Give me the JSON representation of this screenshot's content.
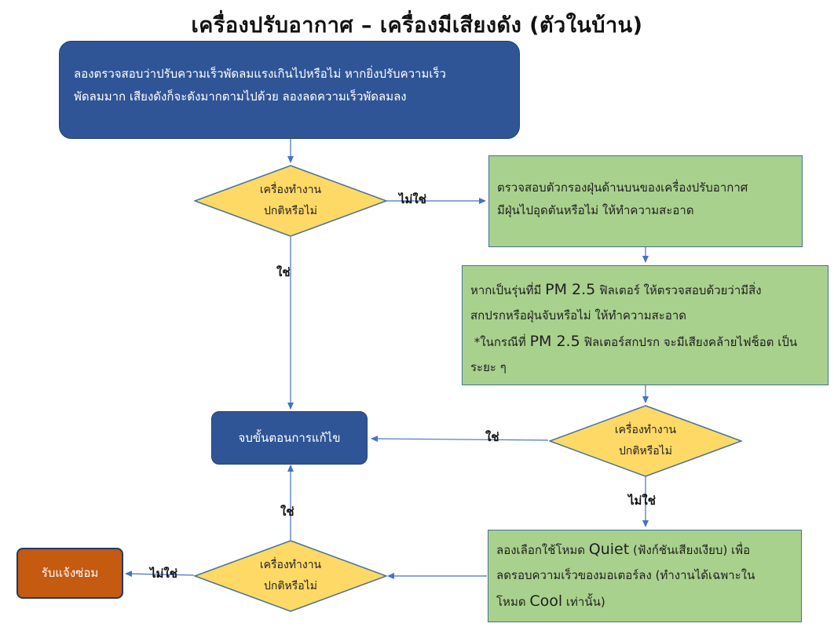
{
  "title": "เครื่องปรับอากาศ – เครื่องมีเสียงดัง (ตัวในบ้าน)",
  "colors": {
    "blue_box": "#2f5597",
    "green_box": "#a9d18e",
    "decision": "#ffd966",
    "repair": "#c55a11",
    "connector": "#4472c4"
  },
  "nodes": {
    "start": {
      "line1": "ลองตรวจสอบว่าปรับความเร็วพัดลมแรงเกินไปหรือไม่ หากยิ่งปรับความเร็ว",
      "line2": "พัดลมมาก เสียงดังก็จะดังมากตามไปด้วย ลองลดความเร็วพัดลมลง"
    },
    "decision1": {
      "line1": "เครื่องทำงาน",
      "line2": "ปกติหรือไม่"
    },
    "decision2": {
      "line1": "เครื่องทำงาน",
      "line2": "ปกติหรือไม่"
    },
    "decision3": {
      "line1": "เครื่องทำงาน",
      "line2": "ปกติหรือไม่"
    },
    "filter_check": {
      "line1": "ตรวจสอบตัวกรองฝุ่นด้านบนของเครื่องปรับอากาศ",
      "line2": "มีฝุ่นไปอุดตันหรือไม่ ให้ทำความสะอาด"
    },
    "pm_check": {
      "l1a": "หากเป็นรุ่นที่มี ",
      "l1b": "PM 2.5",
      "l1c": " ฟิลเตอร์ ให้ตรวจสอบด้วยว่ามีสิ่ง",
      "l2": "สกปรกหรือฝุ่นจับหรือไม่ ให้ทำความสะอาด",
      "l3a": " *ในกรณีที่ ",
      "l3b": "PM 2.5",
      "l3c": " ฟิลเตอร์สกปรก จะมีเสียงคล้ายไฟช็อต เป็น",
      "l4": "ระยะ ๆ"
    },
    "quiet_mode": {
      "l1a": "ลองเลือกใช้โหมด ",
      "l1b": "Quiet",
      "l1c": " (ฟังก์ชันเสียงเงียบ) เพื่อ",
      "l2": "ลดรอบความเร็วของมอเตอร์ลง (ทำงานได้เฉพาะใน",
      "l3a": "โหมด ",
      "l3b": "Cool",
      "l3c": " เท่านั้น)"
    },
    "end": "จบขั้นตอนการแก้ไข",
    "repair": "รับแจ้งซ่อม"
  },
  "edge_labels": {
    "d1_no": "ไม่ใช่",
    "d1_yes": "ใช่",
    "d2_yes": "ใช่",
    "d2_no": "ไม่ใช่",
    "d3_yes": "ใช่",
    "d3_no": "ไม่ใช่"
  }
}
